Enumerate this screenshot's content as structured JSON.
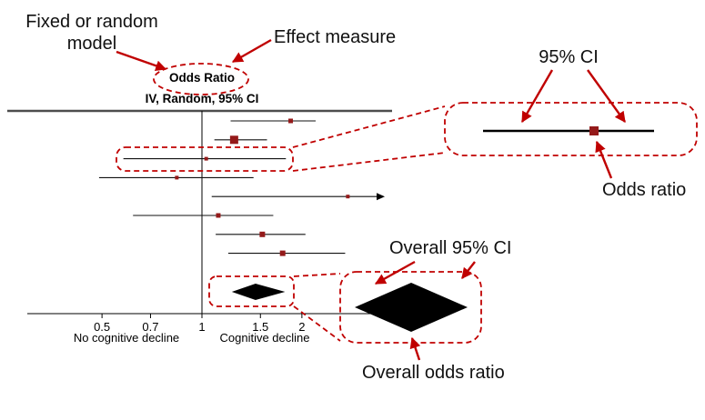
{
  "colors": {
    "bg": "#ffffff",
    "annotation-red": "#c00000",
    "marker-red": "#941a1a",
    "plot-rule-gray": "#4d4d4d"
  },
  "annotations": {
    "model": "Fixed or random model",
    "effect_measure": "Effect measure",
    "ci95": "95% CI",
    "odds_ratio": "Odds ratio",
    "overall_ci": "Overall 95% CI",
    "overall_odds_ratio": "Overall odds ratio"
  },
  "chart_data": {
    "type": "forest",
    "title": "",
    "effect_measure": "Odds Ratio",
    "model": "IV, Random, 95% CI",
    "x_scale": "log",
    "x_ticks": [
      0.5,
      0.7,
      1,
      1.5,
      2
    ],
    "x_tick_labels": [
      "0.5",
      "0.7",
      "1",
      "1.5",
      "2"
    ],
    "null_line": 1,
    "xlabel_left": "No cognitive decline",
    "xlabel_right": "Cognitive decline",
    "studies": [
      {
        "or": 1.85,
        "ci": [
          1.22,
          2.2
        ],
        "weight": 2
      },
      {
        "or": 1.25,
        "ci": [
          1.09,
          1.57
        ],
        "weight": 6
      },
      {
        "or": 1.03,
        "ci": [
          0.58,
          1.79
        ],
        "weight": 1,
        "highlighted": true
      },
      {
        "or": 0.84,
        "ci": [
          0.49,
          1.43
        ],
        "weight": 1
      },
      {
        "or": 2.75,
        "ci": [
          1.07,
          3.8
        ],
        "weight": 1,
        "ci_high_clipped": true
      },
      {
        "or": 1.12,
        "ci": [
          0.62,
          1.64
        ],
        "weight": 2
      },
      {
        "or": 1.52,
        "ci": [
          1.1,
          2.05
        ],
        "weight": 3
      },
      {
        "or": 1.75,
        "ci": [
          1.2,
          2.7
        ],
        "weight": 3
      }
    ],
    "overall": {
      "or": 1.45,
      "ci": [
        1.23,
        1.78
      ]
    }
  }
}
